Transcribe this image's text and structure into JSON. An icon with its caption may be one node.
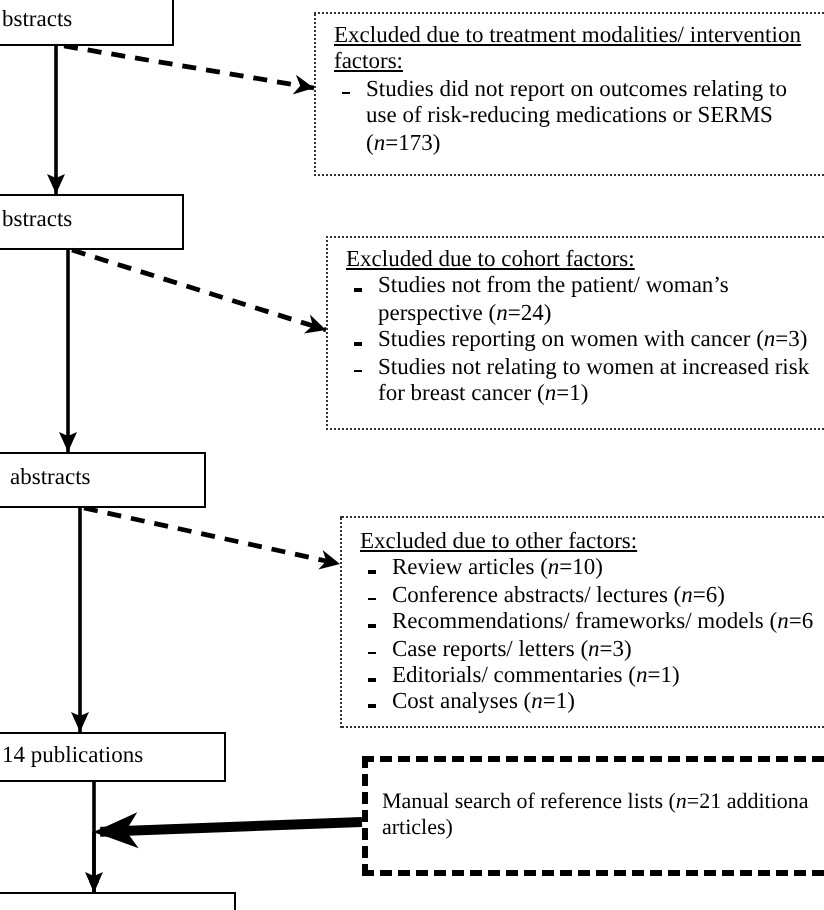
{
  "diagram": {
    "nodes": [
      {
        "text": [
          "bstracts"
        ]
      },
      {
        "text": [
          "Excluded due to treatment modalities/ intervention factors:",
          "Studies did not report on outcomes relating to use of risk-reducing medications or SERMS (*n*=173)"
        ]
      },
      {
        "text": [
          "bstracts"
        ]
      },
      {
        "text": [
          "Excluded due to cohort factors:",
          "Studies not from the patient/ woman’s perspective (*n*=24)",
          "Studies reporting on women with cancer (*n*=3)",
          "Studies not relating to women at increased risk for breast cancer (*n*=1)"
        ]
      },
      {
        "text": [
          "abstracts"
        ]
      },
      {
        "text": [
          "Excluded due to other factors:",
          "Review articles (*n*=10)",
          "Conference abstracts/ lectures (*n*=6)",
          "Recommendations/ frameworks/ models (*n*=6",
          "Case reports/ letters (*n*=3)",
          "Editorials/ commentaries (*n*=1)",
          "Cost analyses (*n*=1)"
        ]
      },
      {
        "text": [
          "14 publications"
        ]
      },
      {
        "text": [
          "Manual search of reference lists (*n*=21 additiona articles)"
        ]
      },
      {
        "text": [],
        "shape": "box"
      }
    ],
    "edges": [
      {
        "from": 0,
        "to": 2,
        "arrow": "to"
      },
      {
        "from": 0,
        "to": 1,
        "arrow": "to",
        "style": "dashed"
      },
      {
        "from": 2,
        "to": 4,
        "arrow": "to"
      },
      {
        "from": 2,
        "to": 3,
        "arrow": "to",
        "style": "dashed"
      },
      {
        "from": 4,
        "to": 6,
        "arrow": "to"
      },
      {
        "from": 4,
        "to": 5,
        "arrow": "to",
        "style": "dashed"
      },
      {
        "from": 6,
        "to": 8,
        "arrow": "to"
      },
      {
        "from": 7,
        "to": 8,
        "arrow": "to",
        "style": "thick"
      }
    ]
  }
}
